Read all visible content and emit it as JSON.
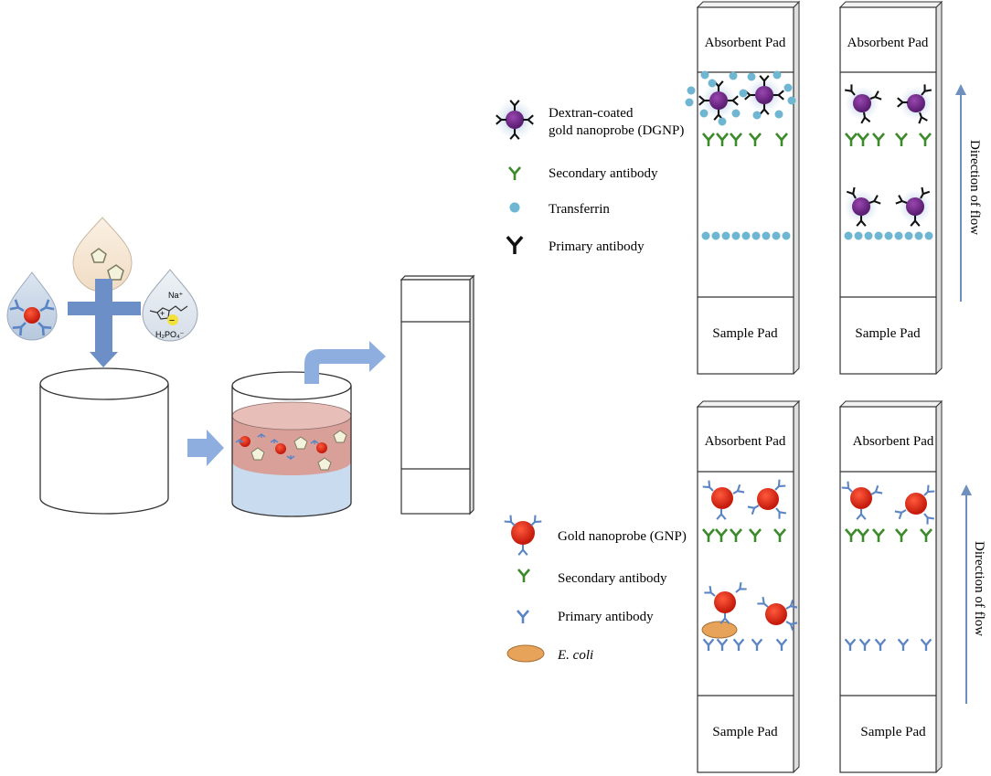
{
  "legend_top": {
    "dgnp_line1": "Dextran-coated",
    "dgnp_line2": "gold nanoprobe (DGNP)",
    "secondary": "Secondary antibody",
    "transferrin": "Transferrin",
    "primary": "Primary antibody"
  },
  "legend_bottom": {
    "gnp": "Gold nanoprobe (GNP)",
    "secondary": "Secondary antibody",
    "primary": "Primary antibody",
    "ecoli": "E. coli"
  },
  "strips": {
    "absorbent_pad": "Absorbent Pad",
    "sample_pad": "Sample Pad"
  },
  "flow_label": "Direction of flow",
  "droplet": {
    "na": "Na⁺",
    "plus": "+",
    "minus": "−",
    "phosphate": "H₂PO₄⁻"
  },
  "colors": {
    "gold_np": "#d42a1a",
    "dgnp": "#6a2583",
    "halo": "#a9c4de",
    "secondary_ab": "#3c8a2a",
    "primary_ab_blue": "#5b84c4",
    "primary_ab_black": "#111111",
    "transferrin": "#6fb6d3",
    "ecoli": "#e7a35a",
    "arrow_fill": "#8eaedf",
    "flow_arrow": "#6f8fbf",
    "upper_phase": "#d9a09a",
    "lower_phase": "#c9dbef"
  }
}
